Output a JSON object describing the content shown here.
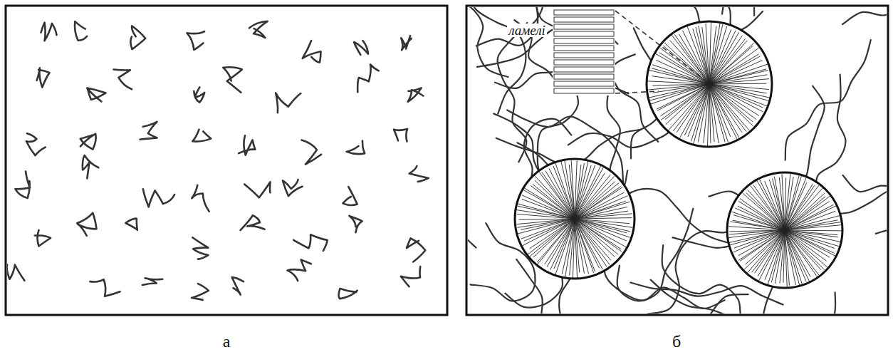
{
  "diagram": {
    "labels": [
      "ламелі",
      "а",
      "б"
    ]
  }
}
